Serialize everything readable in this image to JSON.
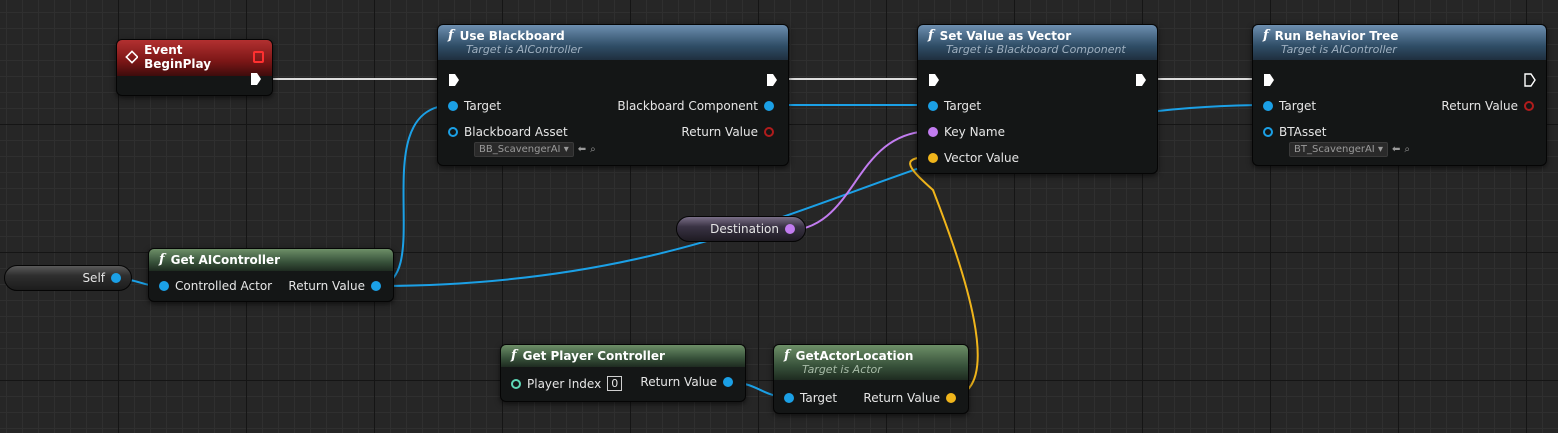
{
  "nodes": {
    "begin_play": {
      "title": "Event BeginPlay"
    },
    "use_blackboard": {
      "title": "Use Blackboard",
      "subtitle": "Target is AIController",
      "pins": {
        "target": "Target",
        "blackboard_asset": "Blackboard Asset",
        "asset_value": "BB_ScavengerAI",
        "blackboard_component": "Blackboard Component",
        "return_value": "Return Value"
      }
    },
    "set_value_as_vector": {
      "title": "Set Value as Vector",
      "subtitle": "Target is Blackboard Component",
      "pins": {
        "target": "Target",
        "key_name": "Key Name",
        "vector_value": "Vector Value"
      }
    },
    "run_behavior_tree": {
      "title": "Run Behavior Tree",
      "subtitle": "Target is AIController",
      "pins": {
        "target": "Target",
        "bt_asset": "BTAsset",
        "asset_value": "BT_ScavengerAI",
        "return_value": "Return Value"
      }
    },
    "get_ai_controller": {
      "title": "Get AIController",
      "pins": {
        "controlled_actor": "Controlled Actor",
        "return_value": "Return Value"
      }
    },
    "self": {
      "label": "Self"
    },
    "destination": {
      "label": "Destination"
    },
    "get_player_controller": {
      "title": "Get Player Controller",
      "pins": {
        "player_index": "Player Index",
        "player_index_value": "0",
        "return_value": "Return Value"
      }
    },
    "get_actor_location": {
      "title": "GetActorLocation",
      "subtitle": "Target is Actor",
      "pins": {
        "target": "Target",
        "return_value": "Return Value"
      }
    }
  },
  "colors": {
    "object_pin": "#1ba0e6",
    "name_pin": "#c27cf0",
    "vector_pin": "#f0b51b",
    "exec_wire": "#e0e0e0",
    "function_header": "#2f4d66",
    "pure_header": "#37513a",
    "event_header": "#7a1616"
  },
  "icons": [
    "function-icon",
    "event-diamond-icon",
    "exec-pin-icon",
    "browse-arrow-icon",
    "search-icon",
    "dropdown-icon",
    "delegate-square-icon"
  ]
}
